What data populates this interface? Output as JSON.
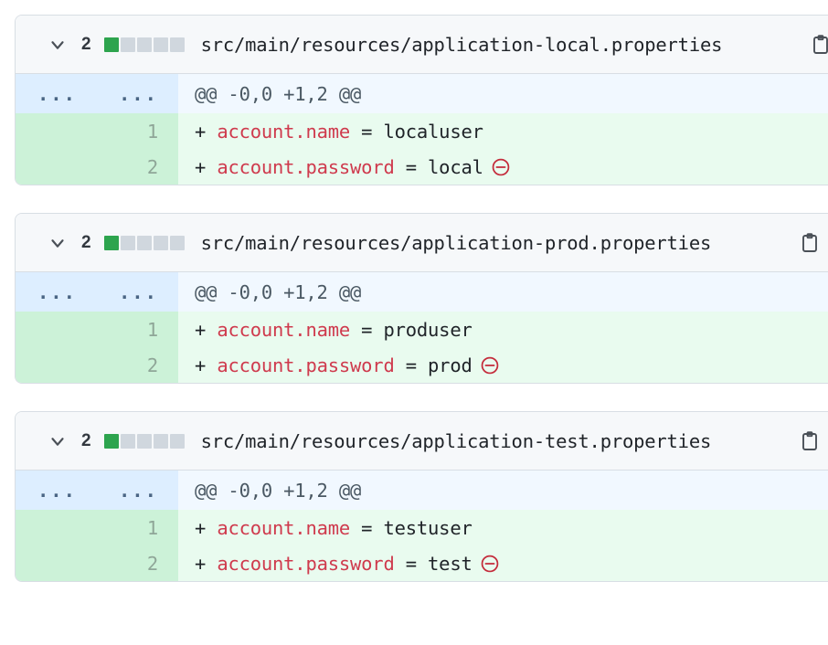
{
  "page": {
    "background": "#ffffff",
    "accent_added": "#2da44e",
    "accent_removed": "#c42b3b",
    "key_color": "#cf3a4d"
  },
  "icons": {
    "chevron": "chevron-down-icon",
    "copy": "clipboard-copy-icon",
    "minus": "circle-minus-icon"
  },
  "files": [
    {
      "change_count": "2",
      "path": "src/main/resources/application-local.properties",
      "diffstat": {
        "added": 1,
        "neutral": 4
      },
      "hunk": {
        "old_dots": "...",
        "new_dots": "...",
        "header": "@@ -0,0 +1,2 @@"
      },
      "lines": [
        {
          "number": "1",
          "marker": "+",
          "key": "account.name",
          "eq": " = ",
          "value": "localuser",
          "has_minus": false
        },
        {
          "number": "2",
          "marker": "+",
          "key": "account.password",
          "eq": " = ",
          "value": "local",
          "has_minus": true
        }
      ]
    },
    {
      "change_count": "2",
      "path": "src/main/resources/application-prod.properties",
      "diffstat": {
        "added": 1,
        "neutral": 4
      },
      "hunk": {
        "old_dots": "...",
        "new_dots": "...",
        "header": "@@ -0,0 +1,2 @@"
      },
      "lines": [
        {
          "number": "1",
          "marker": "+",
          "key": "account.name",
          "eq": " = ",
          "value": "produser",
          "has_minus": false
        },
        {
          "number": "2",
          "marker": "+",
          "key": "account.password",
          "eq": " = ",
          "value": "prod",
          "has_minus": true
        }
      ]
    },
    {
      "change_count": "2",
      "path": "src/main/resources/application-test.properties",
      "diffstat": {
        "added": 1,
        "neutral": 4
      },
      "hunk": {
        "old_dots": "...",
        "new_dots": "...",
        "header": "@@ -0,0 +1,2 @@"
      },
      "lines": [
        {
          "number": "1",
          "marker": "+",
          "key": "account.name",
          "eq": " = ",
          "value": "testuser",
          "has_minus": false
        },
        {
          "number": "2",
          "marker": "+",
          "key": "account.password",
          "eq": " = ",
          "value": "test",
          "has_minus": true
        }
      ]
    }
  ]
}
